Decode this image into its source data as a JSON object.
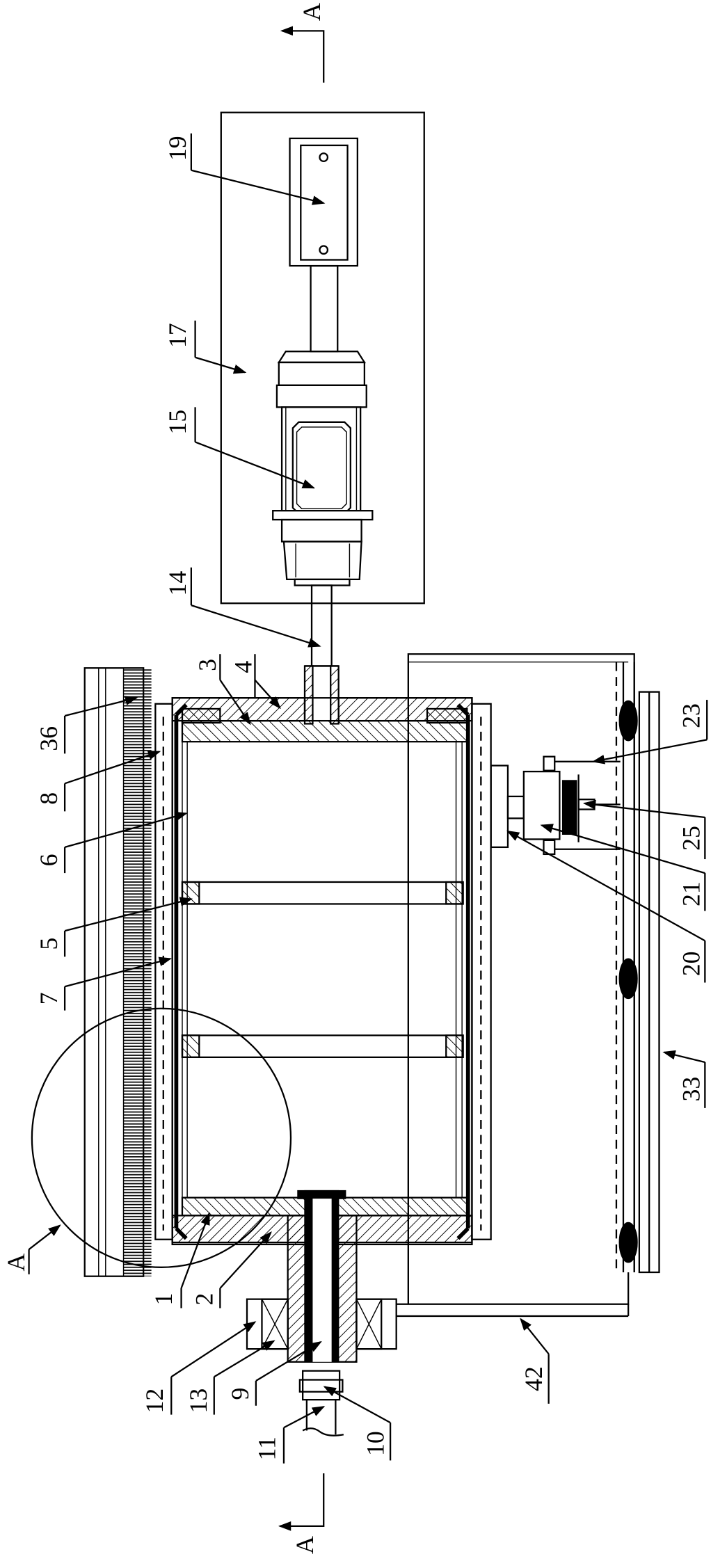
{
  "figure": {
    "section_marks": [
      {
        "text": "A"
      },
      {
        "text": "A"
      }
    ],
    "detail_mark": {
      "text": "A"
    },
    "callouts": [
      {
        "text": "19"
      },
      {
        "text": "17"
      },
      {
        "text": "15"
      },
      {
        "text": "14"
      },
      {
        "text": "3"
      },
      {
        "text": "4"
      },
      {
        "text": "36"
      },
      {
        "text": "8"
      },
      {
        "text": "6"
      },
      {
        "text": "5"
      },
      {
        "text": "7"
      },
      {
        "text": "1"
      },
      {
        "text": "2"
      },
      {
        "text": "12"
      },
      {
        "text": "13"
      },
      {
        "text": "9"
      },
      {
        "text": "11"
      },
      {
        "text": "10"
      },
      {
        "text": "42"
      },
      {
        "text": "33"
      },
      {
        "text": "20"
      },
      {
        "text": "21"
      },
      {
        "text": "25"
      },
      {
        "text": "23"
      }
    ]
  }
}
